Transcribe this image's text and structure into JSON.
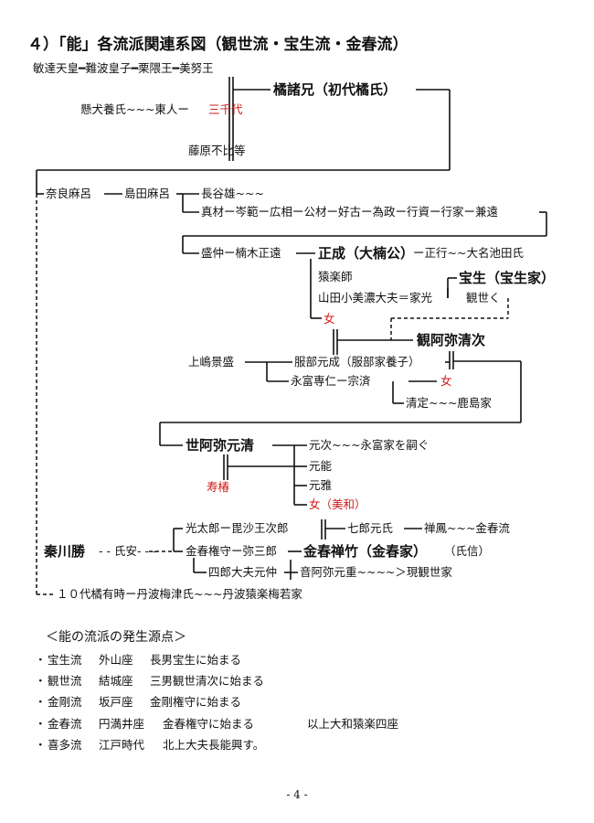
{
  "title": "４）「能」各流派関連系図（観世流・宝生流・金春流）",
  "nodes": {
    "n1": "敏達天皇━難波皇子━栗隈王━美努王",
    "n2": "橘諸兄（初代橘氏）",
    "n3": "懸犬養氏~~~東人ー",
    "n4": "三千代",
    "n5": "藤原不比等",
    "n6": "奈良麻呂",
    "n7": "島田麻呂",
    "n8": "長谷雄~~~",
    "n9": "真材ー岑範ー広相ー公材ー好古ー為政ー行資ー行家ー兼遠",
    "n10": "盛仲ー楠木正遠",
    "n11": "正成（大楠公）",
    "n12": "ー正行~~大名池田氏",
    "n13": "猿楽師",
    "n14": "山田小美濃大夫＝家光",
    "n15": "宝生（宝生家）",
    "n16": "観世く",
    "n17": "女",
    "n18": "観阿弥清次",
    "n19": "上嶋景盛",
    "n20": "服部元成（服部家養子）",
    "n21": "永富専仁ー宗済",
    "n22": "女",
    "n23": "清定~~~鹿島家",
    "n24": "世阿弥元清",
    "n25": "寿椿",
    "n26": "元次~~~永富家を嗣ぐ",
    "n27": "元能",
    "n28": "元雅",
    "n29": "女（美和）",
    "n30": "光太郎ー毘沙王次郎",
    "n31": "七郎元氏",
    "n32": "禅鳳~~~金春流",
    "n33": "秦川勝",
    "n34": "- - 氏安- - -",
    "n35": "金春権守ー弥三郎",
    "n36": "金春禅竹（金春家）",
    "n37": "（氏信）",
    "n38": "四郎大夫元仲",
    "n39": "音阿弥元重~~~~＞現観世家",
    "n40": "１０代橘有時ー丹波梅津氏~~~丹波猿楽梅若家"
  },
  "origin_title": "＜能の流派の発生源点＞",
  "schools": [
    {
      "bullet": "・",
      "name": "宝生流",
      "za": "外山座",
      "desc": "長男宝生に始まる"
    },
    {
      "bullet": "・",
      "name": "観世流",
      "za": "結城座",
      "desc": "三男観世清次に始まる"
    },
    {
      "bullet": "・",
      "name": "金剛流",
      "za": "坂戸座",
      "desc": "金剛権守に始まる"
    },
    {
      "bullet": "・",
      "name": "金春流",
      "za": "円満井座",
      "desc": "金春権守に始まる"
    },
    {
      "bullet": "・",
      "name": "喜多流",
      "za": "江戸時代",
      "desc": "北上大夫長能興す。"
    }
  ],
  "yamato_note": "以上大和猿楽四座",
  "page_number": "- 4 -",
  "colors": {
    "accent_red": "#d21a1a",
    "line": "#111111"
  }
}
